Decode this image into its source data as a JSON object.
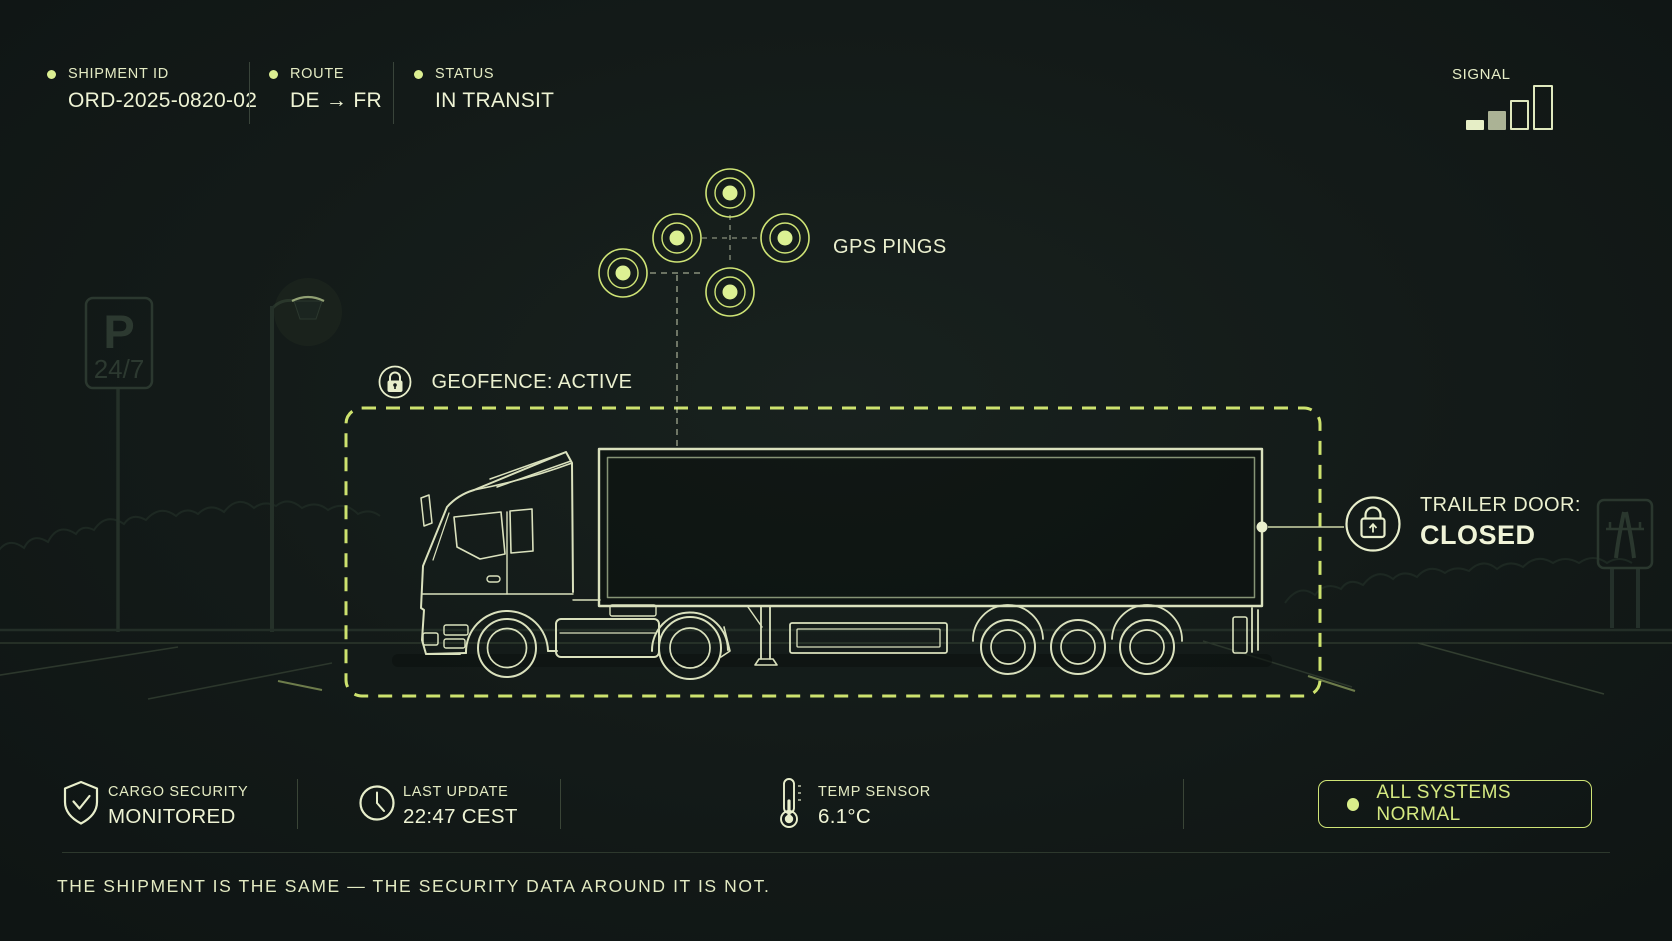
{
  "colors": {
    "background": "#131a18",
    "ink": "#e9efcd",
    "accent_lime": "#cfe476",
    "gps_dot": "#dcf193",
    "background_props": "#26332b"
  },
  "header": {
    "items": [
      {
        "icon": "status-dot-icon",
        "label": "SHIPMENT ID",
        "value": "ORD-2025-0820-02"
      },
      {
        "icon": "status-dot-icon",
        "label": "ROUTE",
        "value": "DE → FR"
      },
      {
        "icon": "status-dot-icon",
        "label": "STATUS",
        "value": "IN TRANSIT"
      }
    ],
    "signal": {
      "label": "SIGNAL",
      "levels": [
        "filled",
        "dim",
        "outline",
        "outline"
      ]
    }
  },
  "scene": {
    "gps_label": "GPS PINGS",
    "geofence": {
      "icon": "lock-icon",
      "label": "GEOFENCE: ACTIVE"
    },
    "trailer_door": {
      "icon": "padlock-icon",
      "label": "TRAILER DOOR:",
      "value": "CLOSED"
    },
    "parking_sign": {
      "letter": "P",
      "hours": "24/7"
    }
  },
  "footer": {
    "stats": [
      {
        "icon": "shield-check-icon",
        "label": "CARGO SECURITY",
        "value": "MONITORED"
      },
      {
        "icon": "clock-icon",
        "label": "LAST UPDATE",
        "value": "22:47 CEST"
      },
      {
        "icon": "thermometer-icon",
        "label": "TEMP SENSOR",
        "value": "6.1°C"
      }
    ],
    "status_badge": {
      "icon": "status-dot-icon",
      "label": "ALL SYSTEMS NORMAL"
    },
    "caption": "THE SHIPMENT IS THE SAME — THE SECURITY DATA AROUND IT IS NOT."
  }
}
